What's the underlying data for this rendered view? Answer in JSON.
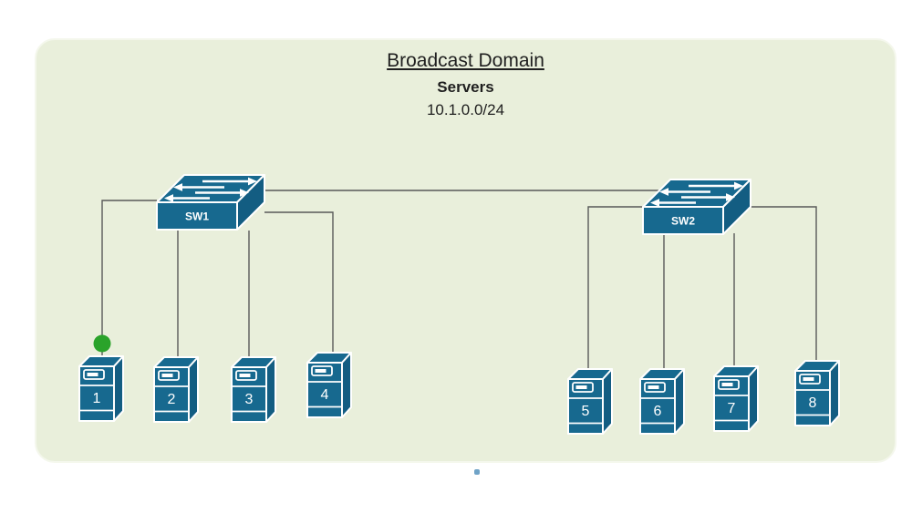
{
  "title": {
    "heading": "Broadcast Domain",
    "subheading": "Servers",
    "subnet": "10.1.0.0/24"
  },
  "switches": [
    {
      "label": "SW1"
    },
    {
      "label": "SW2"
    }
  ],
  "servers": [
    {
      "label": "1"
    },
    {
      "label": "2"
    },
    {
      "label": "3"
    },
    {
      "label": "4"
    },
    {
      "label": "5"
    },
    {
      "label": "6"
    },
    {
      "label": "7"
    },
    {
      "label": "8"
    }
  ],
  "colors": {
    "panel_fill": "#e9efdb",
    "panel_border": "#f4f7ec",
    "device_fill": "#17698f",
    "device_side": "#135d82",
    "outline": "#ffffff",
    "line": "#595959",
    "status_green": "#2aa32a",
    "caret_blue": "#6fa3c7",
    "text": "#1f1f1f"
  }
}
